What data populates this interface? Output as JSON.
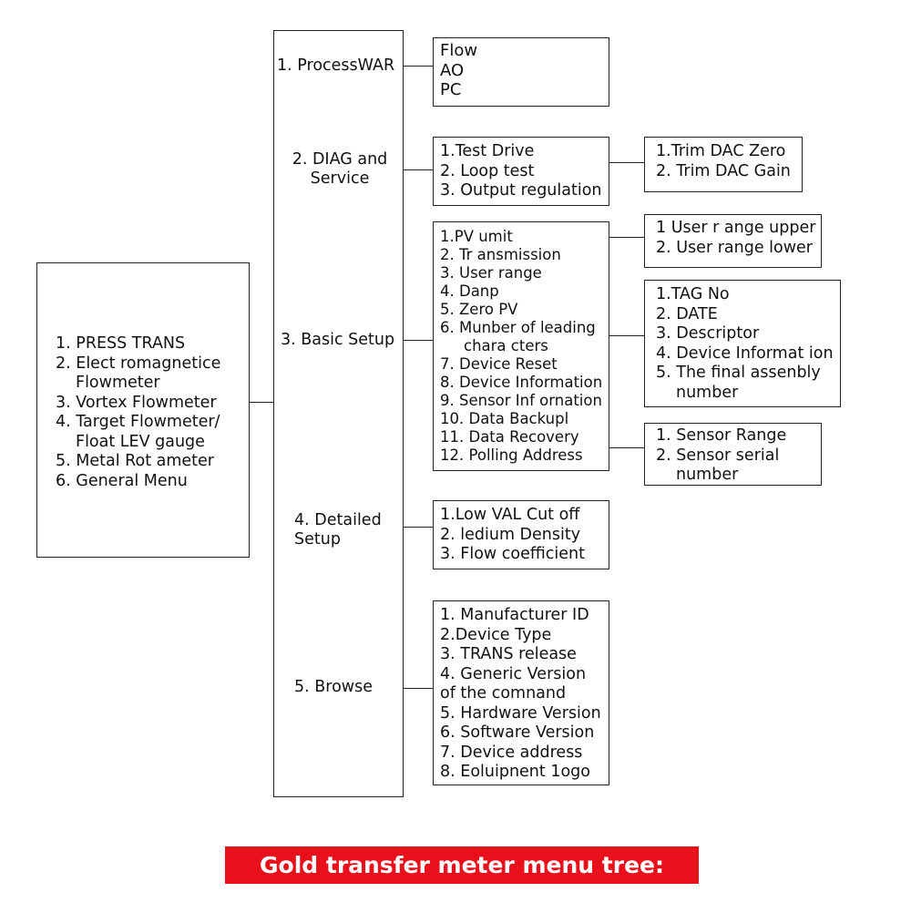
{
  "main_menu": {
    "items": [
      "1. PRESS TRANS",
      "2. Elect romagnetice",
      "Flowmeter",
      "3. Vortex Flowmeter",
      "4. Target Flowmeter/",
      "Float LEV gauge",
      "5. Metal Rot ameter",
      "6. General Menu"
    ]
  },
  "sections": {
    "s1": [
      "1. ProcessWAR"
    ],
    "s2": [
      "2. DIAG and",
      "Service"
    ],
    "s3": [
      "3. Basic Setup"
    ],
    "s4": [
      "4. Detailed",
      "Setup"
    ],
    "s5": [
      "5. Browse"
    ]
  },
  "process_war": {
    "items": [
      "Flow",
      "AO",
      "PC"
    ]
  },
  "diag_service": {
    "items": [
      "1.Test Drive",
      "2. Loop test",
      "3. Output regulation"
    ],
    "sub": [
      "1.Trim DAC Zero",
      "2. Trim DAC Gain"
    ]
  },
  "basic_setup": {
    "items": [
      "1.PV umit",
      "2. Tr ansmission",
      "3. User range",
      "4. Danp",
      "5. Zero PV",
      "6. Munber of leading",
      "chara cters",
      "7. Device Reset",
      "8. Device Information",
      "9. Sensor Inf ornation",
      "10. Data Backupl",
      "11. Data Recovery",
      "12. Polling Address"
    ],
    "sub_user_range": [
      "1 User r ange upper",
      "2. User range lower"
    ],
    "sub_device_info": [
      "1.TAG No",
      "2. DATE",
      "3. Descriptor",
      "4. Device Informat ion",
      "5. The final assenbly",
      "number"
    ],
    "sub_sensor_info": [
      "1. Sensor Range",
      "2. Sensor serial",
      "number"
    ]
  },
  "detailed_setup": {
    "items": [
      "1.Low VAL Cut off",
      "2. ledium Density",
      "3. Flow coefficient"
    ]
  },
  "browse": {
    "items": [
      "1. Manufacturer ID",
      "2.Device Type",
      "3. TRANS release",
      "4. Generic Version",
      "of the comnand",
      "5. Hardware Version",
      "6. Software Version",
      "7. Device address",
      "8. Eoluipnent 1ogo"
    ]
  },
  "footer": {
    "title": "Gold transfer meter menu tree:"
  },
  "colors": {
    "banner": "#e8111b",
    "line": "#222222"
  }
}
